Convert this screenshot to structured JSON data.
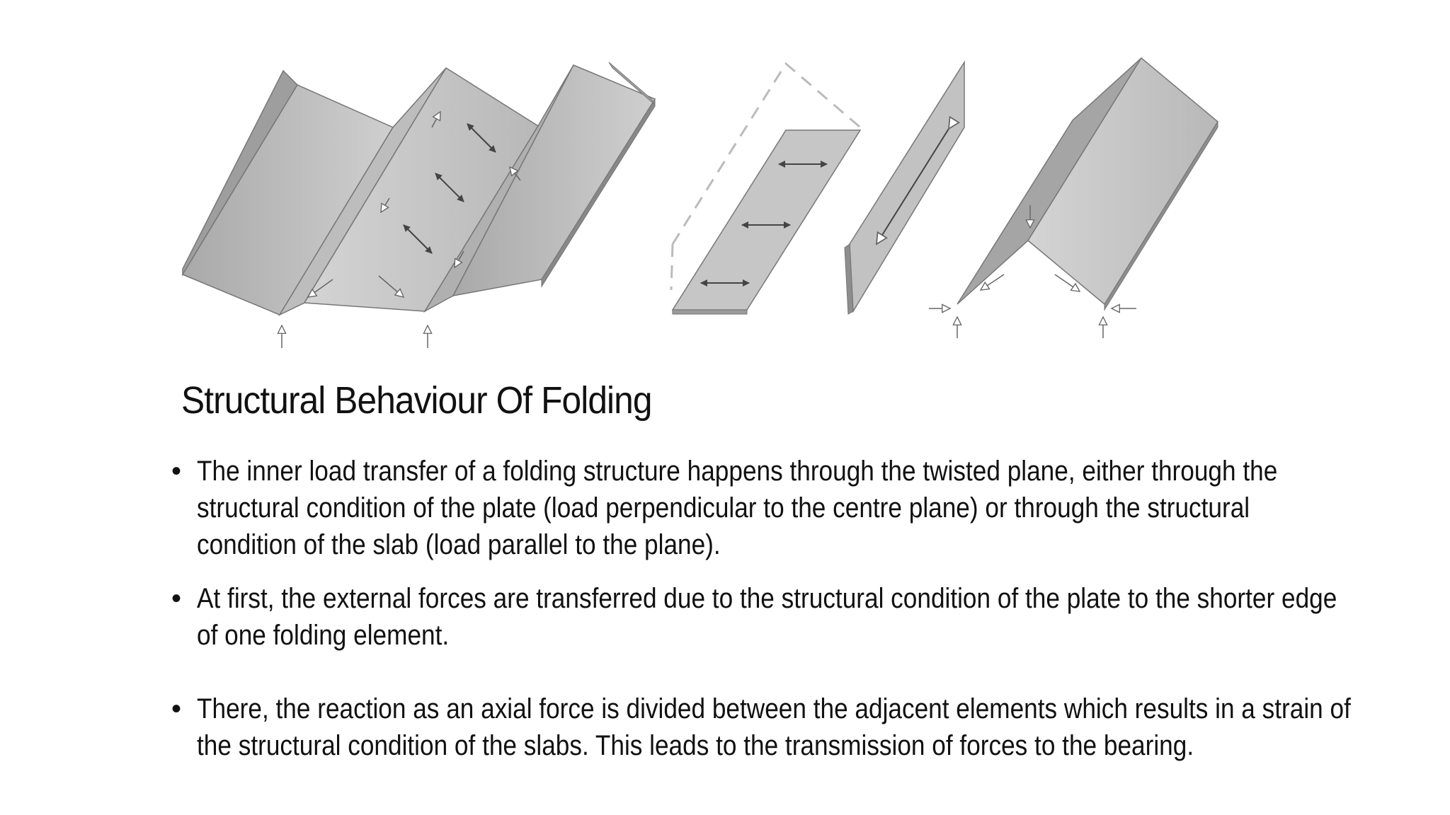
{
  "slide": {
    "title": "Structural Behaviour Of Folding",
    "bullets": [
      "The inner load transfer of a folding structure happens through the twisted plane, either through the structural condition of the plate (load perpendicular to the centre plane) or through the structural condition of the slab (load parallel to the plane).",
      "At first, the external forces are transferred due to the structural condition of the plate to the shorter edge of one folding element.",
      "There, the reaction as an axial force is divided between the adjacent elements which results in a strain of the structural condition of the slabs. This leads to the transmission of forces to the bearing."
    ]
  },
  "colors": {
    "text": "#111111",
    "plate_light": "#c9c9c9",
    "plate_mid": "#b4b4b4",
    "plate_dark": "#9a9a9a",
    "edge": "#7a7a7a",
    "dashed": "#bbbbbb",
    "background": "#ffffff"
  }
}
